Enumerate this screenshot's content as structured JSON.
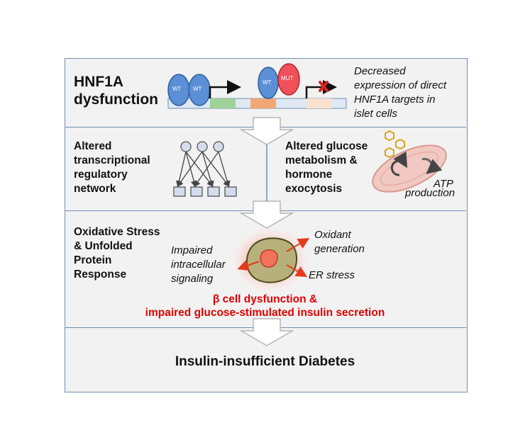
{
  "stage1": {
    "title_line1": "HNF1A",
    "title_line2": "dysfunction",
    "wt_label": "WT",
    "mut_label": "MUT",
    "outcome_line1": "Decreased",
    "outcome_line2": "expression of direct",
    "outcome_line3": "HNF1A targets in",
    "outcome_line4": "islet cells"
  },
  "stage2": {
    "left_line1": "Altered",
    "left_line2": "transcriptional",
    "left_line3": "regulatory",
    "left_line4": "network",
    "right_line1": "Altered glucose",
    "right_line2": "metabolism &",
    "right_line3": "hormone",
    "right_line4": "exocytosis",
    "atp_line1": "ATP",
    "atp_line2": "production"
  },
  "stage3": {
    "title_line1": "Oxidative Stress",
    "title_line2": "& Unfolded",
    "title_line3": "Protein",
    "title_line4": "Response",
    "signal_line1": "Impaired",
    "signal_line2": "intracellular",
    "signal_line3": "signaling",
    "oxidant_line1": "Oxidant",
    "oxidant_line2": "generation",
    "er_stress": "ER stress",
    "result_line1": "β cell dysfunction &",
    "result_line2": "impaired glucose-stimulated insulin secretion"
  },
  "stage4": {
    "outcome": "Insulin-insufficient Diabetes"
  },
  "colors": {
    "border": "#6f8fb3",
    "panel": "#f2f2f2",
    "tf_blue": "#5b8fd6",
    "tf_red": "#f0505a",
    "accent_red": "#e00000",
    "green_segment": "#9fd19a",
    "orange_segment": "#f3a873",
    "peach_segment": "#fbe0cf",
    "gold_hexagon": "#d9a520",
    "cell_fill": "#b8b07a"
  }
}
